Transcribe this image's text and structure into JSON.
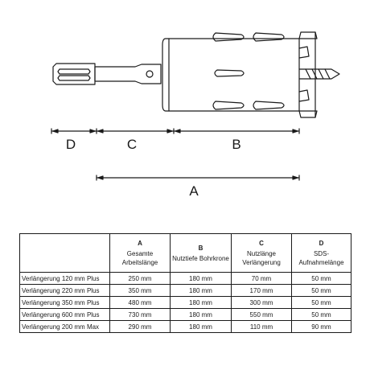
{
  "dimensions": {
    "labels": [
      {
        "key": "D",
        "text": "D"
      },
      {
        "key": "C",
        "text": "C"
      },
      {
        "key": "B",
        "text": "B"
      },
      {
        "key": "A",
        "text": "A"
      }
    ]
  },
  "table": {
    "corner": "",
    "columns": [
      {
        "letter": "A",
        "lines": [
          "Gesamte",
          "Arbeitslänge"
        ]
      },
      {
        "letter": "B",
        "lines": [
          "Nutztiefe Bohrkrone"
        ]
      },
      {
        "letter": "C",
        "lines": [
          "Nutzlänge",
          "Verlängerung"
        ]
      },
      {
        "letter": "D",
        "lines": [
          "SDS-",
          "Aufnahmelänge"
        ]
      }
    ],
    "rows": [
      {
        "label": "Verlängerung 120 mm Plus",
        "values": [
          "250 mm",
          "180 mm",
          "70 mm",
          "50 mm"
        ]
      },
      {
        "label": "Verlängerung 220 mm Plus",
        "values": [
          "350 mm",
          "180 mm",
          "170 mm",
          "50 mm"
        ]
      },
      {
        "label": "Verlängerung 350 mm Plus",
        "values": [
          "480 mm",
          "180 mm",
          "300 mm",
          "50 mm"
        ]
      },
      {
        "label": "Verlängerung 600 mm Plus",
        "values": [
          "730 mm",
          "180 mm",
          "550 mm",
          "50 mm"
        ]
      },
      {
        "label": "Verlängerung 200 mm Max",
        "values": [
          "290 mm",
          "180 mm",
          "110 mm",
          "90 mm"
        ]
      }
    ]
  }
}
